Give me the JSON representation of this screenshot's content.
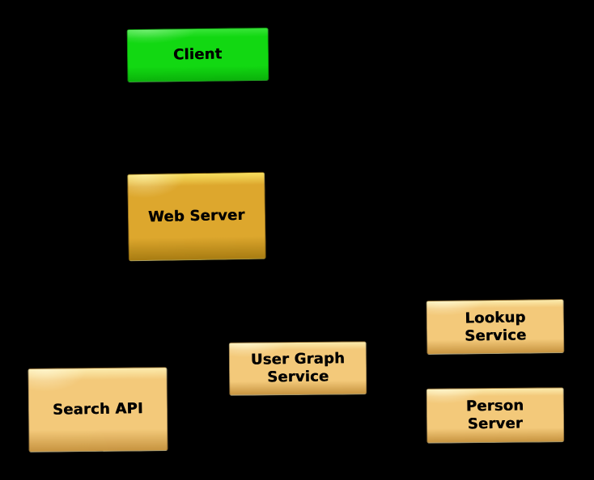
{
  "canvas": {
    "background": "#000000"
  },
  "colors": {
    "canvas-bg": "#000000",
    "label-color": "#000000",
    "client-fill": "#12d812",
    "client-highlight": "#38e438",
    "client-dark": "#0ab20a",
    "webserver-fill": "#dda72d",
    "webserver-highlight": "#f8e060",
    "webserver-dark": "#a87c12",
    "service-fill": "#f3c97a",
    "service-highlight": "#fcecae",
    "service-dark": "#c79440"
  },
  "nodes": [
    {
      "id": "client",
      "label": "Client",
      "fill": "#12d812"
    },
    {
      "id": "web-server",
      "label": "Web Server",
      "fill": "#dda72d"
    },
    {
      "id": "search-api",
      "label": "Search API",
      "fill": "#f3c97a"
    },
    {
      "id": "user-graph-service",
      "label": "User Graph\nService",
      "fill": "#f3c97a"
    },
    {
      "id": "lookup-service",
      "label": "Lookup\nService",
      "fill": "#f3c97a"
    },
    {
      "id": "person-server",
      "label": "Person\nServer",
      "fill": "#f3c97a"
    }
  ]
}
